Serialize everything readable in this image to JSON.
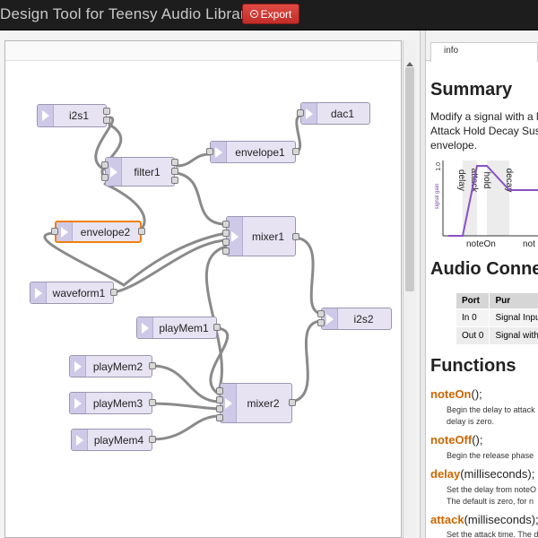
{
  "header": {
    "title": "Design Tool for Teensy Audio Library",
    "export_label": "Export"
  },
  "nodes": {
    "i2s1": "i2s1",
    "dac1": "dac1",
    "filter1": "filter1",
    "envelope1": "envelope1",
    "envelope2": "envelope2",
    "mixer1": "mixer1",
    "waveform1": "waveform1",
    "i2s2": "i2s2",
    "playMem1": "playMem1",
    "playMem2": "playMem2",
    "playMem3": "playMem3",
    "playMem4": "playMem4",
    "mixer2": "mixer2"
  },
  "panel": {
    "tab_label": "info",
    "summary_heading": "Summary",
    "summary_lines": [
      "Modify a signal with a l",
      "Attack Hold Decay Sus",
      "envelope."
    ],
    "graph": {
      "ytop": "1.0",
      "ylabel": "signal gain",
      "phases": [
        "delay",
        "attack",
        "hold",
        "decay"
      ],
      "xlabels": [
        "noteOn",
        "not"
      ]
    },
    "connections_heading": "Audio Conne",
    "ports_table": {
      "headers": [
        "Port",
        "Pur"
      ],
      "rows": [
        [
          "In 0",
          "Signal Input"
        ],
        [
          "Out 0",
          "Signal with En"
        ]
      ]
    },
    "functions_heading": "Functions",
    "functions": [
      {
        "name": "noteOn",
        "args": "();",
        "desc": [
          "Begin the delay to attack",
          "delay is zero."
        ]
      },
      {
        "name": "noteOff",
        "args": "();",
        "desc": [
          "Begin the release phase"
        ]
      },
      {
        "name": "delay",
        "args": "(milliseconds);",
        "desc": [
          "Set the delay from noteO",
          "The default is zero, for n"
        ]
      },
      {
        "name": "attack",
        "args": "(milliseconds);",
        "desc": [
          "Set the attack time. The d"
        ]
      }
    ]
  }
}
